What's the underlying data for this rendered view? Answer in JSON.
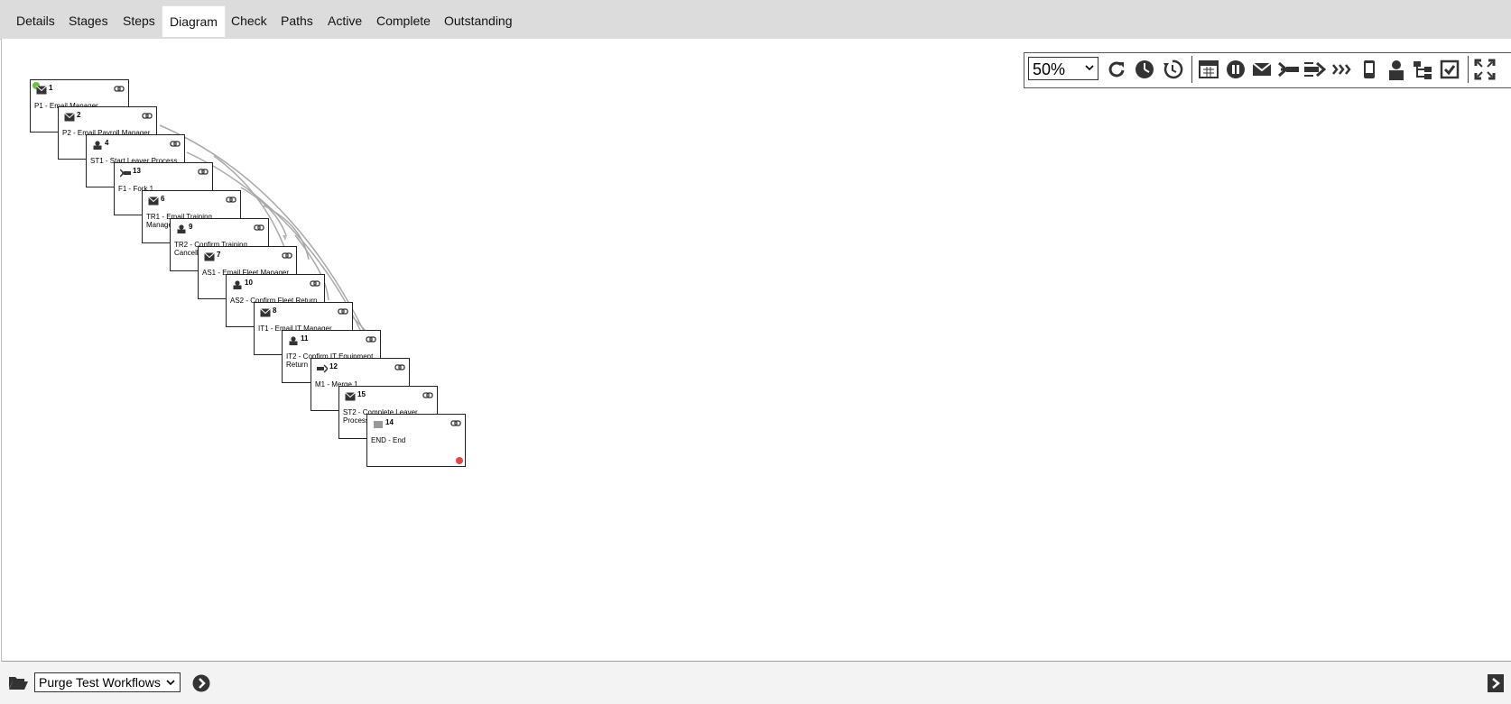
{
  "tabs": [
    {
      "label": "Details"
    },
    {
      "label": "Stages"
    },
    {
      "label": "Steps"
    },
    {
      "label": "Diagram",
      "active": true
    },
    {
      "label": "Check"
    },
    {
      "label": "Paths"
    },
    {
      "label": "Active"
    },
    {
      "label": "Complete"
    },
    {
      "label": "Outstanding"
    }
  ],
  "toolbar": {
    "zoom_value": "50%",
    "icons": [
      "refresh-icon",
      "timer-icon",
      "history-icon",
      "calendar-icon",
      "pause-icon",
      "email-icon",
      "fork-icon",
      "merge-icon",
      "chevrons-icon",
      "mobile-icon",
      "user-icon",
      "hierarchy-icon",
      "checkbox-icon",
      "fullscreen-icon"
    ]
  },
  "diagram": {
    "nodes": [
      {
        "num": "1",
        "label": "P1 - Email Manager",
        "icon": "email-icon",
        "start": true
      },
      {
        "num": "2",
        "label": "P2 - Email Payroll Manager",
        "icon": "email-icon"
      },
      {
        "num": "4",
        "label": "ST1 - Start Leaver Process",
        "icon": "user-icon"
      },
      {
        "num": "13",
        "label": "F1 - Fork 1",
        "icon": "fork-icon"
      },
      {
        "num": "6",
        "label": "TR1 - Email Training Manager",
        "icon": "email-icon"
      },
      {
        "num": "9",
        "label": "TR2 - Confirm Training Cancellation",
        "icon": "user-icon"
      },
      {
        "num": "7",
        "label": "AS1 - Email Fleet Manager",
        "icon": "email-icon"
      },
      {
        "num": "10",
        "label": "AS2 - Confirm Fleet Return",
        "icon": "user-icon"
      },
      {
        "num": "8",
        "label": "IT1 - Email IT Manager",
        "icon": "email-icon"
      },
      {
        "num": "11",
        "label": "IT2 - Confirm IT Equipment Return",
        "icon": "user-icon"
      },
      {
        "num": "12",
        "label": "M1 - Merge 1",
        "icon": "merge-icon"
      },
      {
        "num": "15",
        "label": "ST2 - Complete Leaver Process",
        "icon": "email-icon"
      },
      {
        "num": "14",
        "label": "END - End",
        "icon": "end-icon",
        "end": true
      }
    ]
  },
  "footer": {
    "workflow_selected": "Purge Test Workflows"
  }
}
